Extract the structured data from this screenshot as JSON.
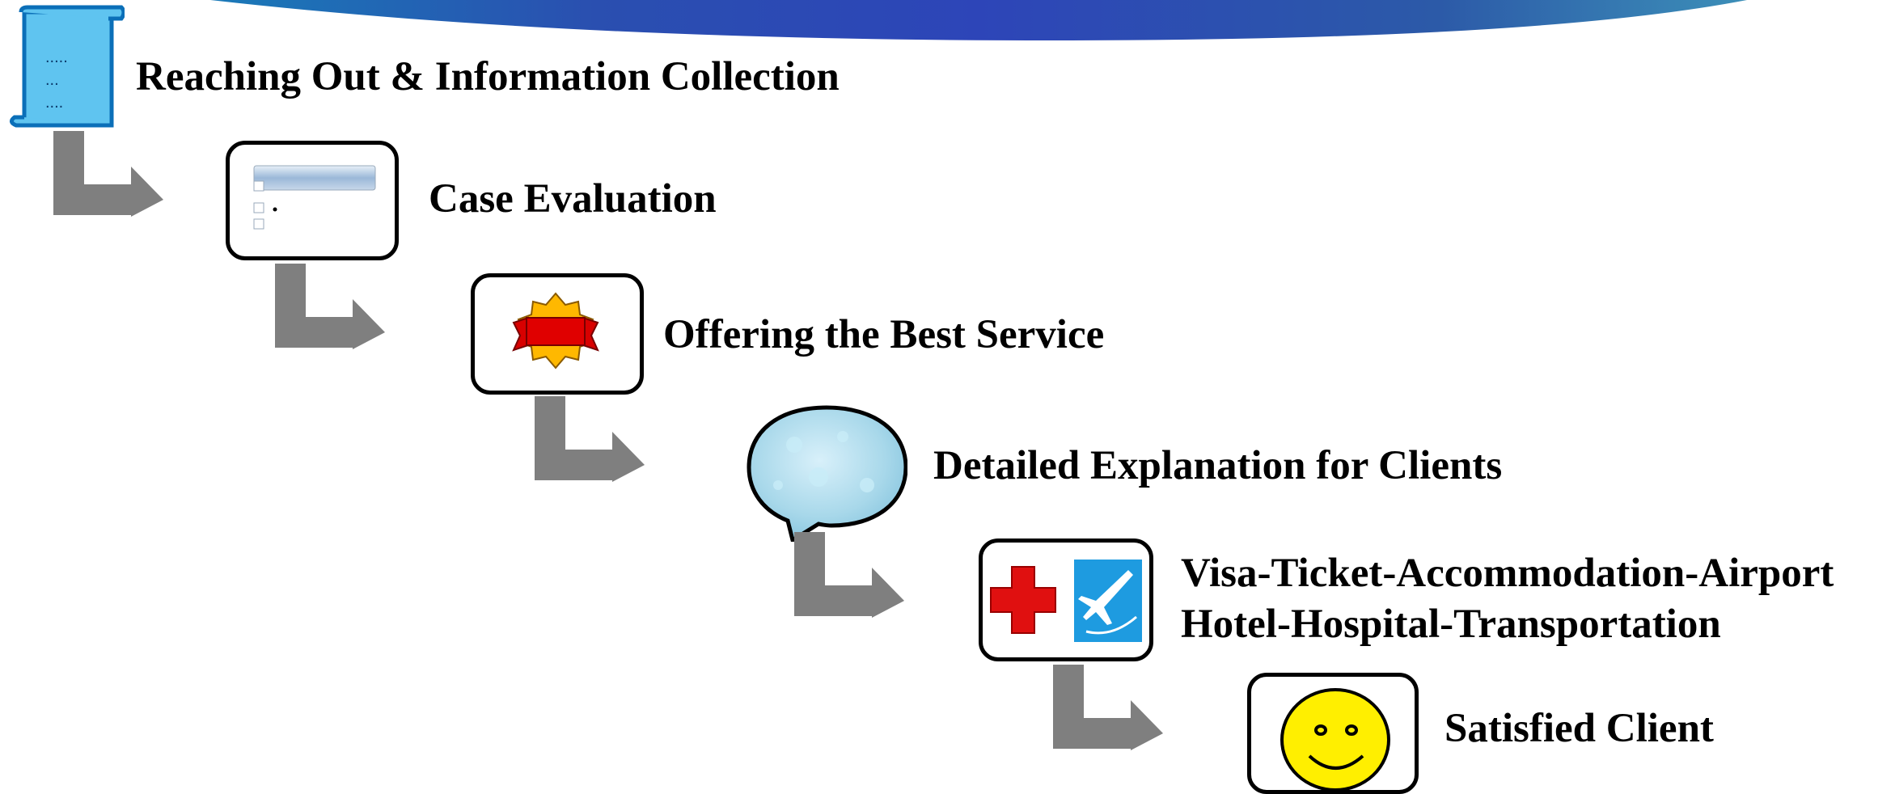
{
  "steps": [
    {
      "label": "Reaching Out & Information Collection"
    },
    {
      "label": "Case Evaluation"
    },
    {
      "label": "Offering the Best Service"
    },
    {
      "label": "Detailed Explanation for Clients"
    },
    {
      "label_line1": "Visa-Ticket-Accommodation-Airport",
      "label_line2": "Hotel-Hospital-Transportation"
    },
    {
      "label": "Satisfied Client"
    }
  ],
  "scroll_icon_text": [
    ".....",
    "...",
    "...."
  ],
  "colors": {
    "banner_dark": "#2a3faa",
    "banner_light": "#4a8fc0",
    "arrow": "#7f7f7f",
    "scroll_fill": "#5fc4f0",
    "scroll_stroke": "#0b6fb8",
    "cross": "#e01010",
    "plane_tile": "#1e9be0",
    "smiley": "#ffef00",
    "bubble": "#a8d8ea"
  },
  "icons": [
    "scroll-icon",
    "list-icon",
    "badge-icon",
    "speech-bubble-icon",
    "hospital-cross-icon",
    "airplane-icon",
    "smiley-icon"
  ]
}
